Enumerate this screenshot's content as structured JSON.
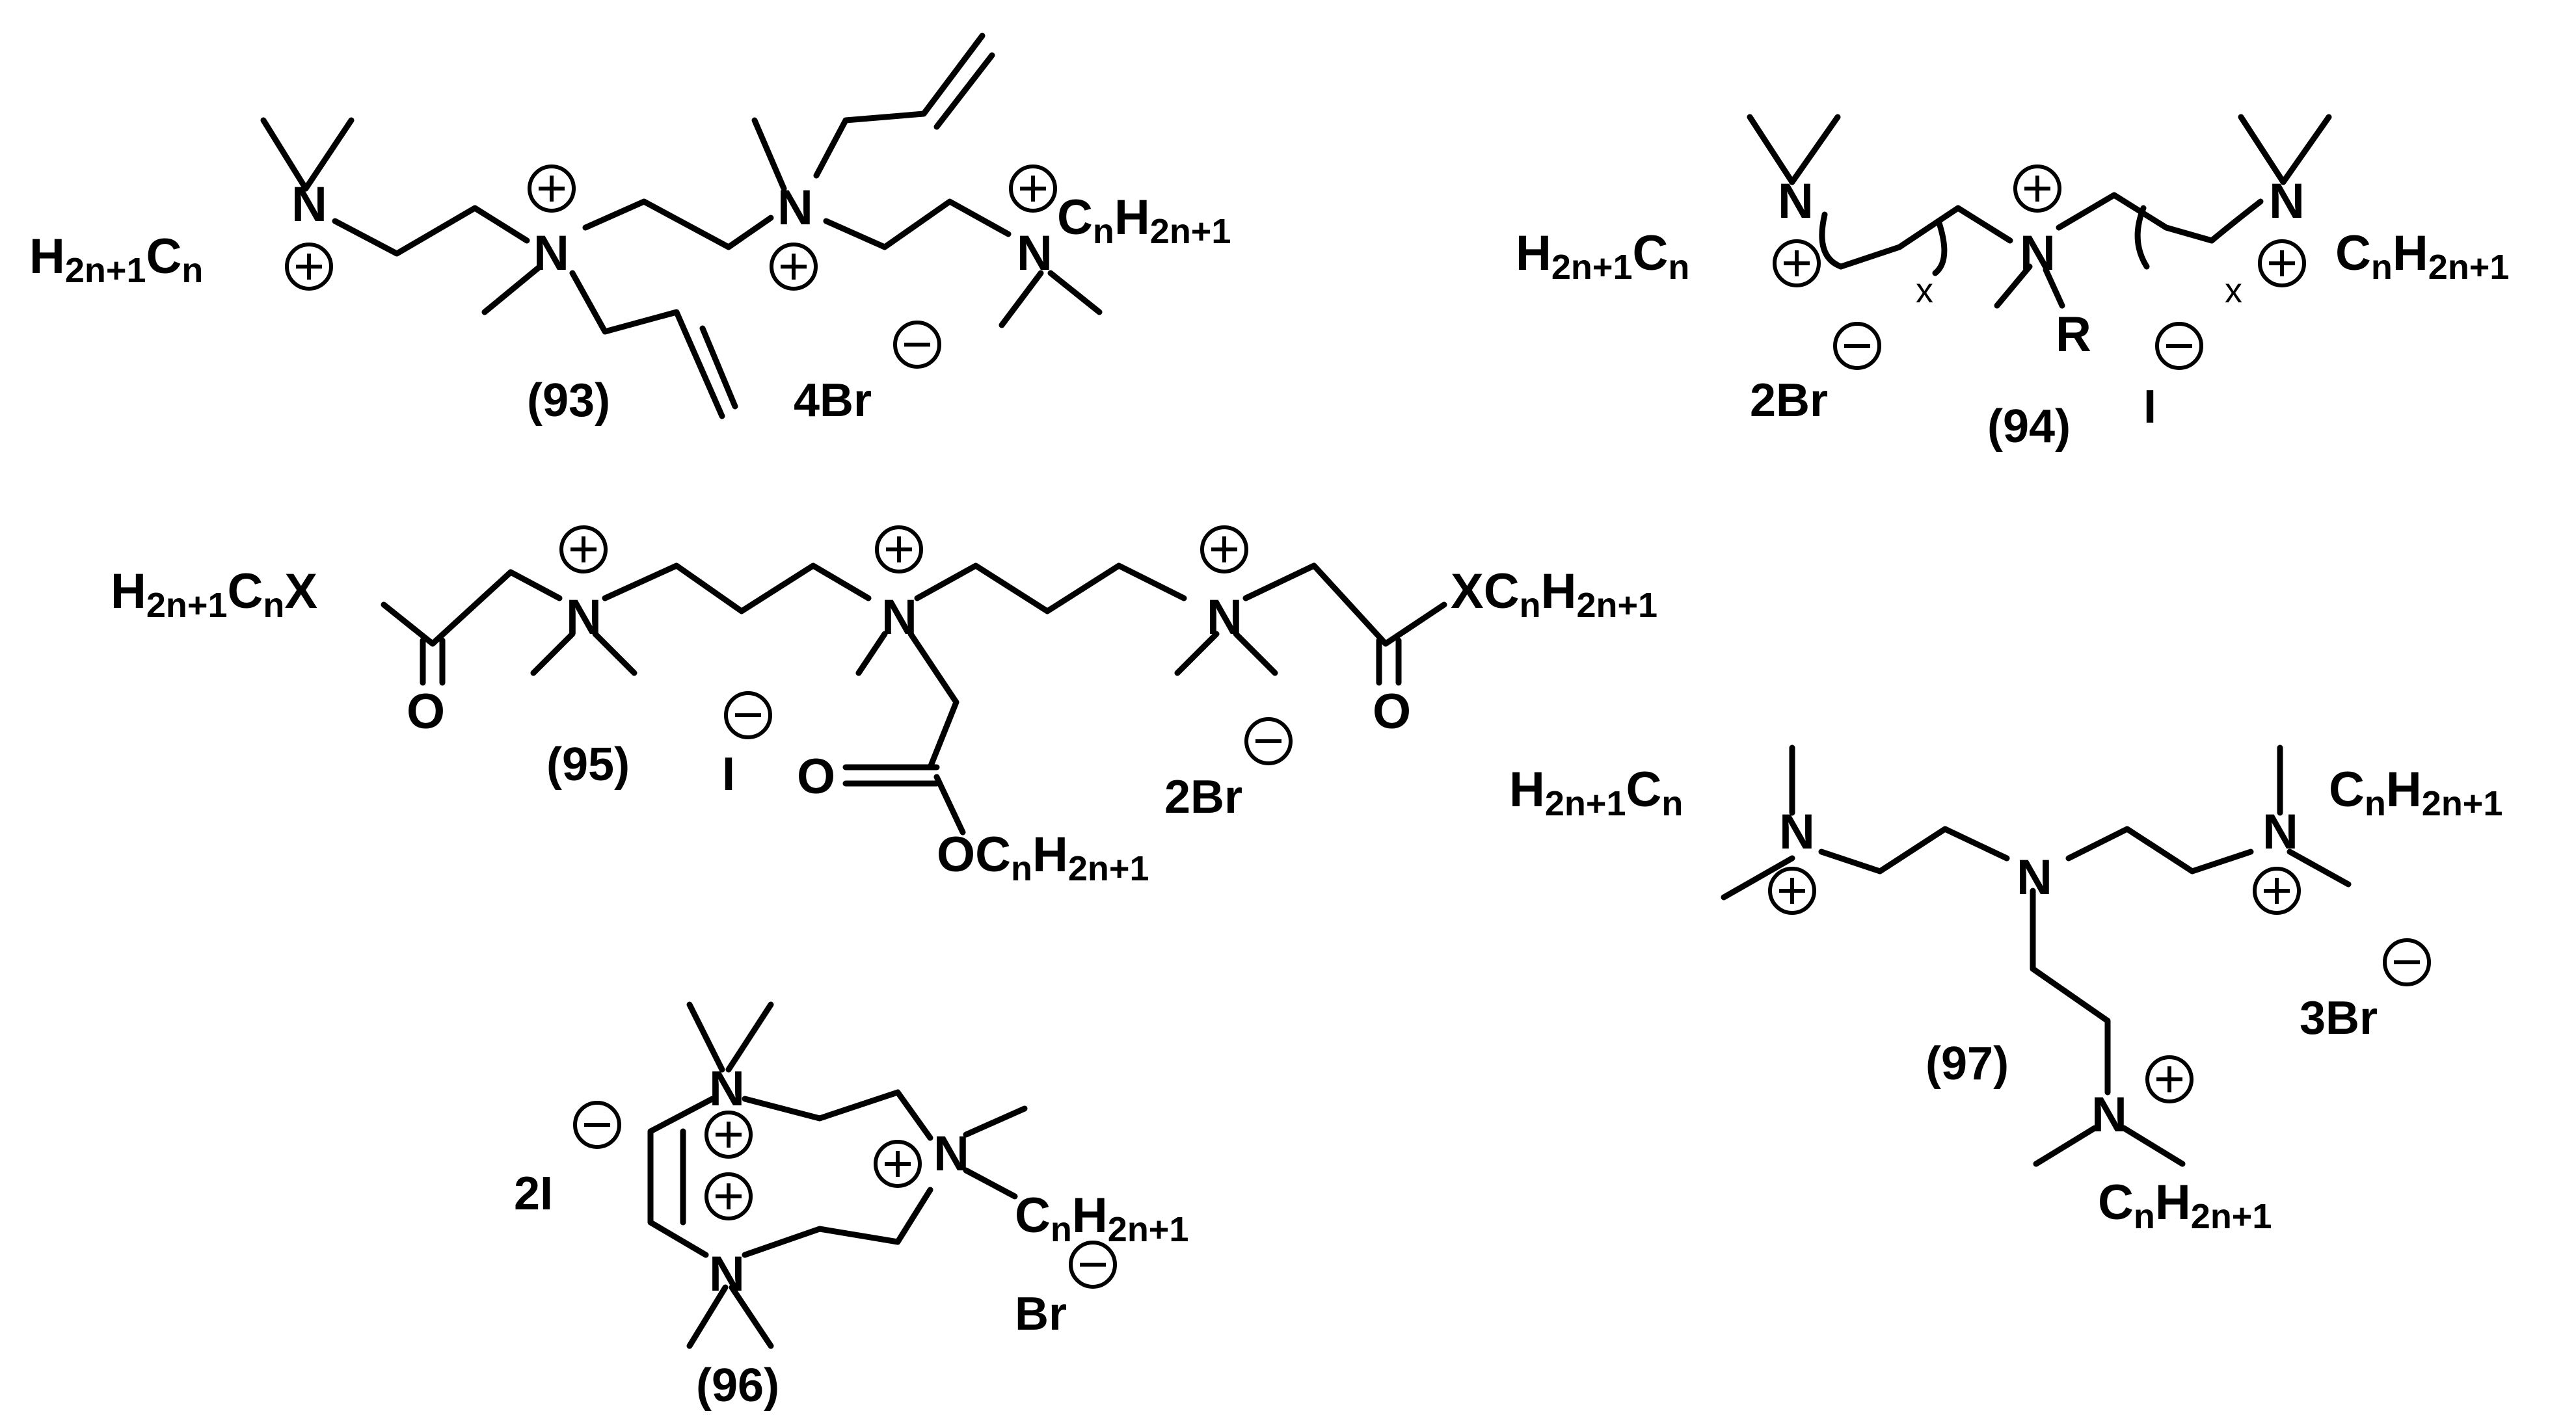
{
  "colors": {
    "background": "#ffffff",
    "ink": "#000000"
  },
  "symbols": {
    "plus": "+",
    "minus": "−"
  },
  "compounds": {
    "c93": {
      "label": "(93)",
      "left_chain": [
        "H",
        "2n+1",
        "C",
        "n"
      ],
      "right_chain": [
        "C",
        "n",
        "H",
        "2n+1"
      ],
      "nitrogen": "N",
      "counterion": [
        "4Br"
      ]
    },
    "c94": {
      "label": "(94)",
      "left_chain": [
        "H",
        "2n+1",
        "C",
        "n"
      ],
      "right_chain": [
        "C",
        "n",
        "H",
        "2n+1"
      ],
      "nitrogen": "N",
      "repeat": "x",
      "substituent": "R",
      "counterions": [
        "2Br",
        "I"
      ]
    },
    "c95": {
      "label": "(95)",
      "left_chain": [
        "H",
        "2n+1",
        "C",
        "n",
        "X"
      ],
      "right_chain": [
        "X",
        "C",
        "n",
        "H",
        "2n+1"
      ],
      "nitrogen": "N",
      "oxygen": "O",
      "ester": [
        "OC",
        "n",
        "H",
        "2n+1"
      ],
      "counterions": [
        "I",
        "2Br"
      ]
    },
    "c96": {
      "label": "(96)",
      "chain": [
        "C",
        "n",
        "H",
        "2n+1"
      ],
      "nitrogen": "N",
      "counterions": [
        "2I",
        "Br"
      ]
    },
    "c97": {
      "label": "(97)",
      "left_chain": [
        "H",
        "2n+1",
        "C",
        "n"
      ],
      "right_chain": [
        "C",
        "n",
        "H",
        "2n+1"
      ],
      "bottom_chain": [
        "C",
        "n",
        "H",
        "2n+1"
      ],
      "nitrogen": "N",
      "counterion": [
        "3Br"
      ]
    }
  }
}
